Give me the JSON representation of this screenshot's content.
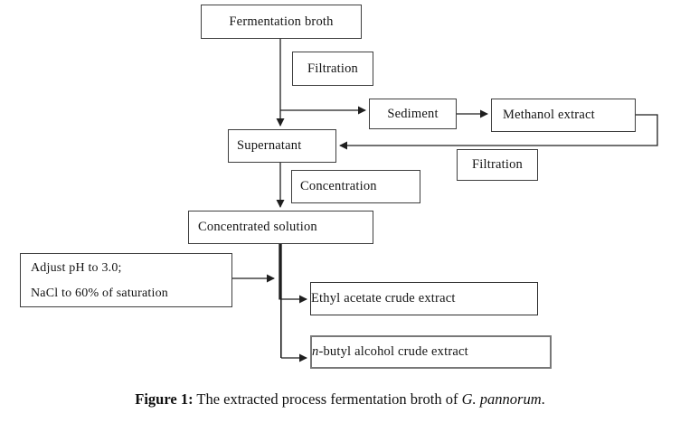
{
  "figure": {
    "nodes": {
      "fermentation_broth": "Fermentation broth",
      "filtration_1": "Filtration",
      "sediment": "Sediment",
      "methanol_extract": "Methanol extract",
      "supernatant": "Supernatant",
      "filtration_2": "Filtration",
      "concentration": "Concentration",
      "concentrated_solution": "Concentrated solution",
      "adjust_ph_line1": "Adjust pH to 3.0;",
      "adjust_ph_line2": "NaCl to 60% of saturation",
      "ethyl_acetate": "Ethyl acetate crude extract",
      "n_butyl_prefix": "n",
      "n_butyl_suffix": "-butyl alcohol crude extract"
    },
    "caption": {
      "prefix": "Figure 1:",
      "body": " The extracted process fermentation broth of ",
      "species": "G. pannorum",
      "suffix": "."
    },
    "colors": {
      "box_border": "#3e3e3e",
      "butyl_border": "#787878",
      "connector": "#1f1f1f",
      "text": "#141414",
      "background": "#ffffff"
    }
  }
}
